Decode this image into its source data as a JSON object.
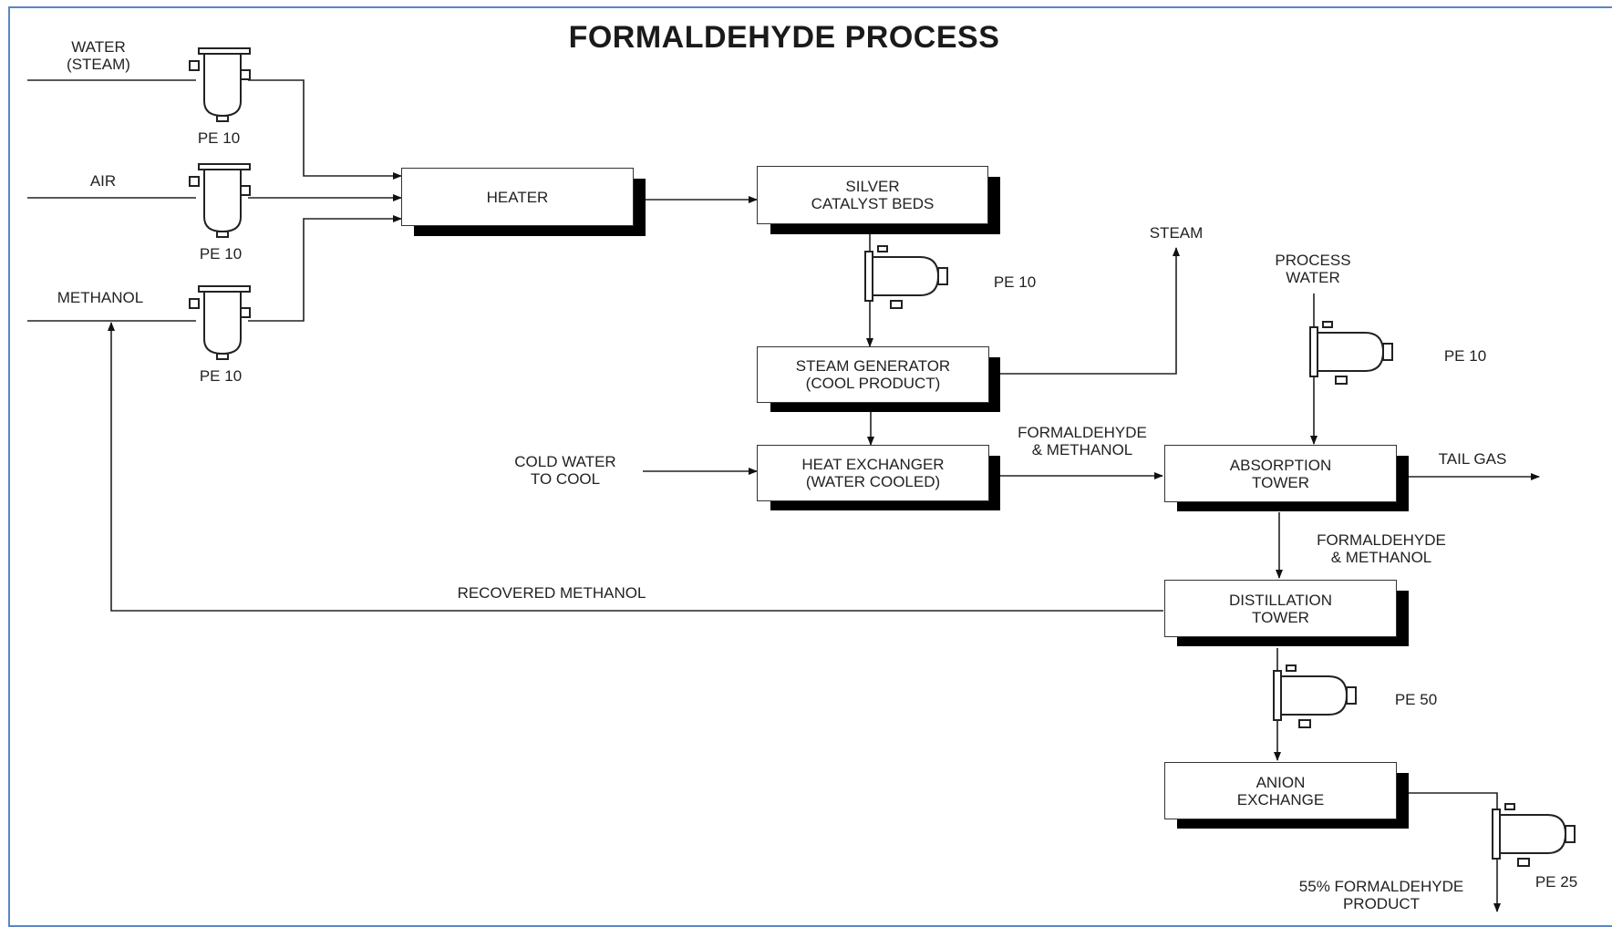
{
  "title": "FORMALDEHYDE PROCESS",
  "inputs": {
    "water": "WATER\n(STEAM)",
    "air": "AIR",
    "methanol": "METHANOL",
    "cold_water": "COLD WATER\nTO COOL",
    "process_water": "PROCESS\nWATER"
  },
  "boxes": {
    "heater": "HEATER",
    "silver": "SILVER\nCATALYST BEDS",
    "steam_gen": "STEAM GENERATOR\n(COOL PRODUCT)",
    "heat_exchanger": "HEAT EXCHANGER\n(WATER COOLED)",
    "absorption": "ABSORPTION\nTOWER",
    "distillation": "DISTILLATION\nTOWER",
    "anion": "ANION\nEXCHANGE"
  },
  "filters": {
    "water": "PE 10",
    "air": "PE 10",
    "methanol": "PE 10",
    "silver": "PE 10",
    "process_water": "PE 10",
    "distillation": "PE 50",
    "product": "PE 25"
  },
  "streams": {
    "steam": "STEAM",
    "formaldehyde_methanol_1": "FORMALDEHYDE\n& METHANOL",
    "tail_gas": "TAIL GAS",
    "formaldehyde_methanol_2": "FORMALDEHYDE\n& METHANOL",
    "recovered_methanol": "RECOVERED METHANOL",
    "product": "55% FORMALDEHYDE\nPRODUCT"
  }
}
